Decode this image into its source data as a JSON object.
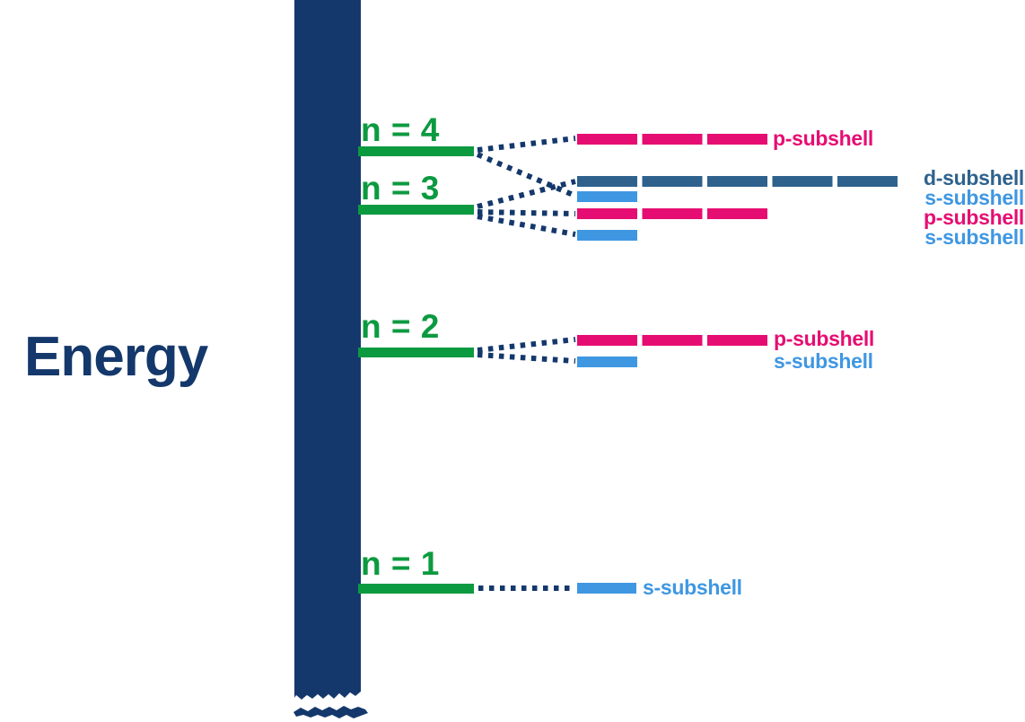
{
  "figure": {
    "y_axis_label": "Energy",
    "colors": {
      "navy": "#14386b",
      "green": "#0c9a40",
      "p": "#e60d72",
      "s": "#3f97e2",
      "d": "#2e628d"
    },
    "levels": [
      {
        "id": "n4",
        "label": "n = 4"
      },
      {
        "id": "n3",
        "label": "n = 3"
      },
      {
        "id": "n2",
        "label": "n = 2"
      },
      {
        "id": "n1",
        "label": "n = 1"
      }
    ],
    "subshells": [
      {
        "id": "4p",
        "type": "p",
        "label": "p-subshell"
      },
      {
        "id": "3d",
        "type": "d",
        "label": "d-subshell"
      },
      {
        "id": "4s",
        "type": "s",
        "label": "s-subshell"
      },
      {
        "id": "3p",
        "type": "p",
        "label": "p-subshell"
      },
      {
        "id": "3s",
        "type": "s",
        "label": "s-subshell"
      },
      {
        "id": "2p",
        "type": "p",
        "label": "p-subshell"
      },
      {
        "id": "2s",
        "type": "s",
        "label": "s-subshell"
      },
      {
        "id": "1s",
        "type": "s",
        "label": "s-subshell"
      }
    ]
  }
}
